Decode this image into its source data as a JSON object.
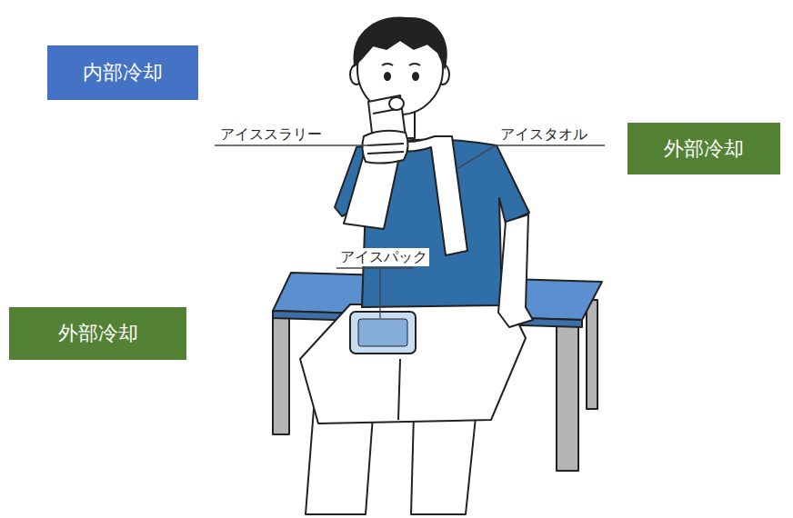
{
  "diagram": {
    "nodes": [
      {
        "text": [
          "内部冷却"
        ]
      },
      {
        "text": [
          "外部冷却"
        ]
      },
      {
        "text": [
          "外部冷却"
        ]
      }
    ],
    "labels": [
      "アイススラリー",
      "アイスタオル",
      "アイスパック"
    ]
  }
}
